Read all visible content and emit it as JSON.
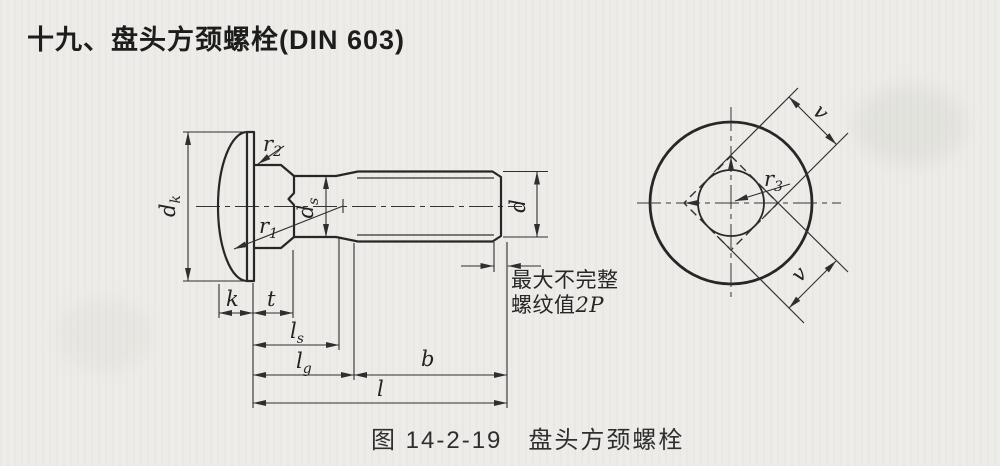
{
  "page": {
    "title": "十九、盘头方颈螺栓(DIN 603)",
    "caption": "图 14-2-19　盘头方颈螺栓"
  },
  "annotation": {
    "line1": "最大不完整",
    "line2_prefix": "螺纹值",
    "line2_value": "2P"
  },
  "labels": {
    "dk": {
      "base": "d",
      "sub": "k"
    },
    "ds": {
      "base": "d",
      "sub": "s"
    },
    "d": {
      "base": "d"
    },
    "k": {
      "base": "k"
    },
    "t": {
      "base": "t"
    },
    "ls": {
      "base": "l",
      "sub": "s"
    },
    "lg": {
      "base": "l",
      "sub": "g"
    },
    "b": {
      "base": "b"
    },
    "l": {
      "base": "l"
    },
    "r1": {
      "base": "r",
      "sub": "1"
    },
    "r2": {
      "base": "r",
      "sub": "2"
    },
    "r3": {
      "base": "r",
      "sub": "3"
    },
    "v": {
      "base": "v"
    }
  },
  "colors": {
    "paper": "#edece8",
    "ink": "#262626"
  }
}
